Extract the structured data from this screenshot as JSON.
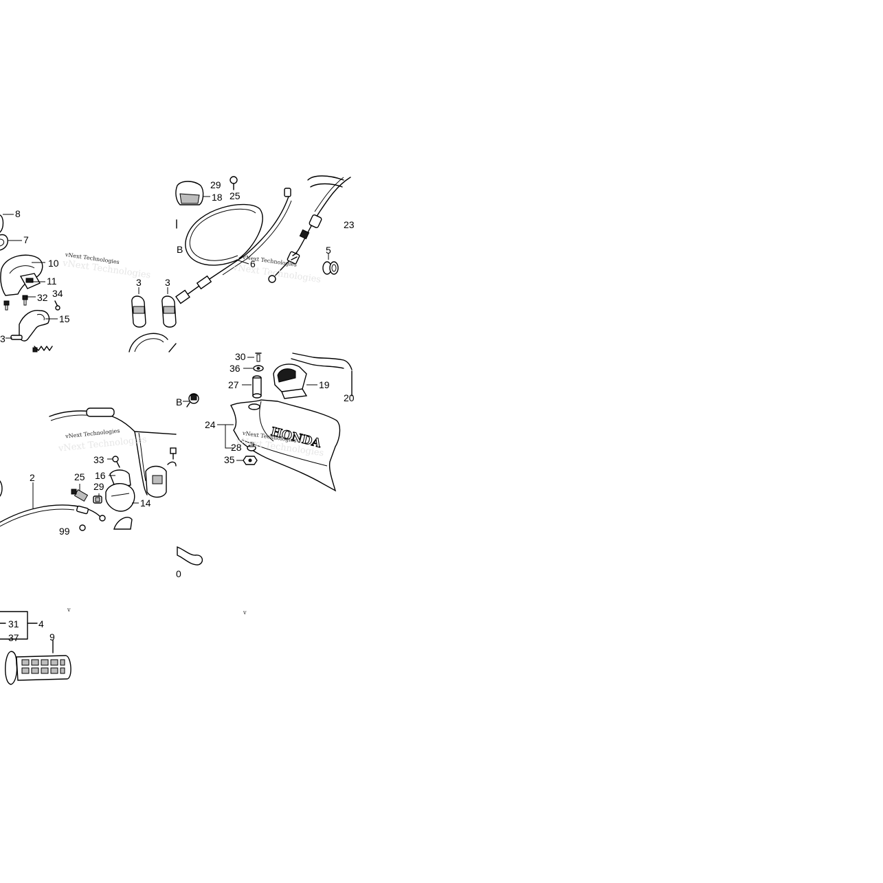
{
  "diagram": {
    "watermark": {
      "line1": "vNext Technologies",
      "line2": "vNext Technologies"
    },
    "brand_text": "HONDA",
    "callouts": [
      {
        "key": "c8",
        "text": "8"
      },
      {
        "key": "c7",
        "text": "7"
      },
      {
        "key": "c10",
        "text": "10"
      },
      {
        "key": "c11",
        "text": "11"
      },
      {
        "key": "c32",
        "text": "32"
      },
      {
        "key": "c34",
        "text": "34"
      },
      {
        "key": "c15",
        "text": "15"
      },
      {
        "key": "c13",
        "text": "3"
      },
      {
        "key": "c29a",
        "text": "29"
      },
      {
        "key": "c25a",
        "text": "25"
      },
      {
        "key": "c18",
        "text": "18"
      },
      {
        "key": "c23",
        "text": "23"
      },
      {
        "key": "c5",
        "text": "5"
      },
      {
        "key": "c6",
        "text": "6"
      },
      {
        "key": "c3a",
        "text": "3"
      },
      {
        "key": "c3b",
        "text": "3"
      },
      {
        "key": "cB1",
        "text": "B"
      },
      {
        "key": "c30",
        "text": "30"
      },
      {
        "key": "c36",
        "text": "36"
      },
      {
        "key": "c27",
        "text": "27"
      },
      {
        "key": "c19",
        "text": "19"
      },
      {
        "key": "c20",
        "text": "20"
      },
      {
        "key": "c24",
        "text": "24"
      },
      {
        "key": "c28",
        "text": "28"
      },
      {
        "key": "c35",
        "text": "35"
      },
      {
        "key": "cB2",
        "text": "B"
      },
      {
        "key": "c33",
        "text": "33"
      },
      {
        "key": "c16",
        "text": "16"
      },
      {
        "key": "c25b",
        "text": "25"
      },
      {
        "key": "c29b",
        "text": "29"
      },
      {
        "key": "c14",
        "text": "14"
      },
      {
        "key": "c2",
        "text": "2"
      },
      {
        "key": "c99",
        "text": "99"
      },
      {
        "key": "c0",
        "text": "0"
      },
      {
        "key": "c31",
        "text": "31"
      },
      {
        "key": "c4",
        "text": "4"
      },
      {
        "key": "c37",
        "text": "37"
      },
      {
        "key": "c9",
        "text": "9"
      }
    ]
  }
}
